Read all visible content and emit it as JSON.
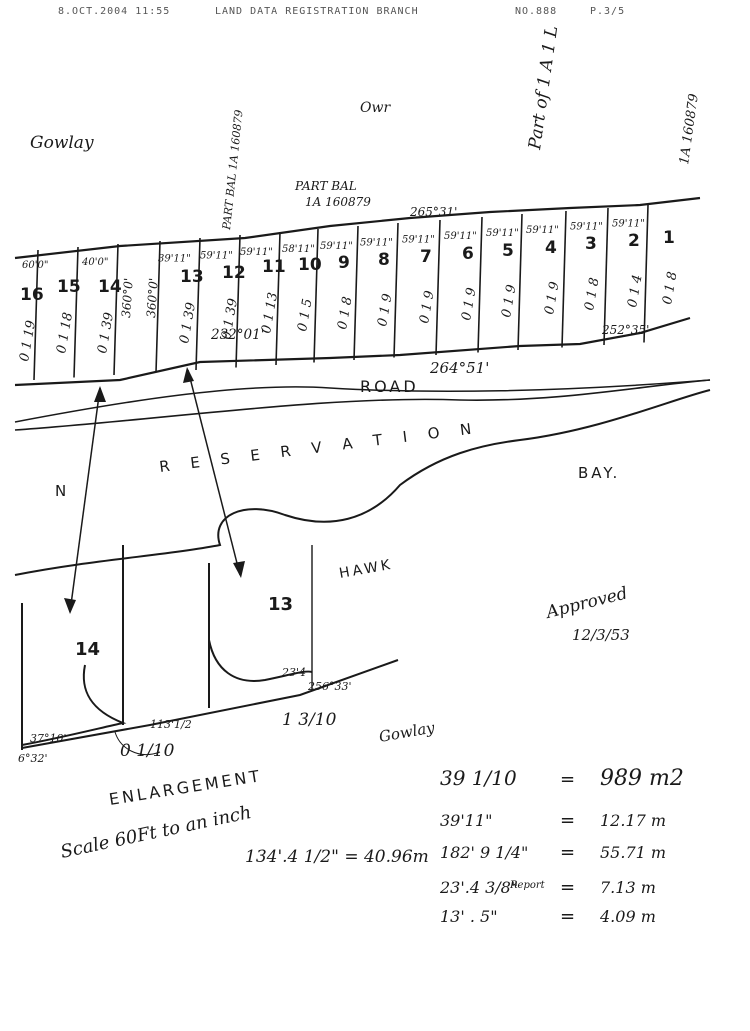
{
  "header": {
    "datetime": "8.OCT.2004  11:55",
    "office": "LAND DATA REGISTRATION BRANCH",
    "fax_no": "NO.888",
    "page": "P.3/5"
  },
  "top_right_note": "Part of 1 A 1 L",
  "top_right_ref": "1A 160879",
  "owner_left": "Gowlay",
  "owner_top": "Owr",
  "part_bal": "PART BAL",
  "part_bal_ref": "1A 160879",
  "part_bal_vertical": "PART BAL 1A 160879",
  "top_frontage": "265°31'",
  "road_label": "ROAD",
  "road_bearing_1": "232°01'",
  "road_bearing_2": "264°51'",
  "road_bearing_3": "252°35'",
  "reservation_label": "R E S E R V A T I O N",
  "left_fragment": "N",
  "bay_label": "BAY.",
  "hawk_label": "HAWK",
  "approved": "Approved",
  "approved_date": "12/3/53",
  "signature": "Gowlay",
  "lots": [
    {
      "number": "16",
      "area": "0 1 19"
    },
    {
      "number": "15",
      "area": "0 1 18"
    },
    {
      "number": "14",
      "area": "0 1 39"
    },
    {
      "number": "13",
      "area": "0 1 39"
    },
    {
      "number": "12",
      "area": "0 1 39"
    },
    {
      "number": "11",
      "area": "0 1 13"
    },
    {
      "number": "10",
      "area": "0 1 5"
    },
    {
      "number": "9",
      "area": "0 1 8"
    },
    {
      "number": "8",
      "area": "0 1 9"
    },
    {
      "number": "7",
      "area": "0 1 9"
    },
    {
      "number": "6",
      "area": "0 1 9"
    },
    {
      "number": "5",
      "area": "0 1 9"
    },
    {
      "number": "4",
      "area": "0 1 9"
    },
    {
      "number": "3",
      "area": "0 1 8"
    },
    {
      "number": "2",
      "area": "0 1 4"
    },
    {
      "number": "1",
      "area": "0 1 8"
    }
  ],
  "frontages": [
    "60'0\"",
    "40'0\"",
    "39'11\"",
    "59'11\"",
    "59'11\"",
    "58'11\"",
    "59'11\"",
    "59'11\"",
    "59'11\"",
    "59'11\"",
    "59'11\"",
    "59'11\"",
    "59'11\"",
    "59'11\""
  ],
  "depths": [
    "360°0'",
    "360°0'"
  ],
  "enlargement_label": "ENLARGEMENT",
  "scale_label": "Scale 60Ft to an inch",
  "enlargement_lots": {
    "lot14": {
      "number": "14",
      "bearing": "37°10'",
      "frontage": "113'1/2",
      "area": "0 1/10",
      "corner_bearing": "6°32'"
    },
    "lot13": {
      "number": "13",
      "bearing": "256°33'",
      "frontage": "23'4",
      "area": "1 3/10"
    }
  },
  "calc_lines": [
    {
      "left": "39 1/10",
      "right": "989 m2"
    },
    {
      "left": "39'11\"",
      "right": "12.17 m"
    },
    {
      "left": "182' 9 1/4\"",
      "right": "55.71 m"
    },
    {
      "left": "23'.4 3/8\"",
      "right": "7.13 m"
    },
    {
      "left": "13' . 5\"",
      "right": "4.09 m"
    }
  ],
  "report_label": "Report",
  "conversion_note": "134'.4 1/2\" = 40.96m"
}
